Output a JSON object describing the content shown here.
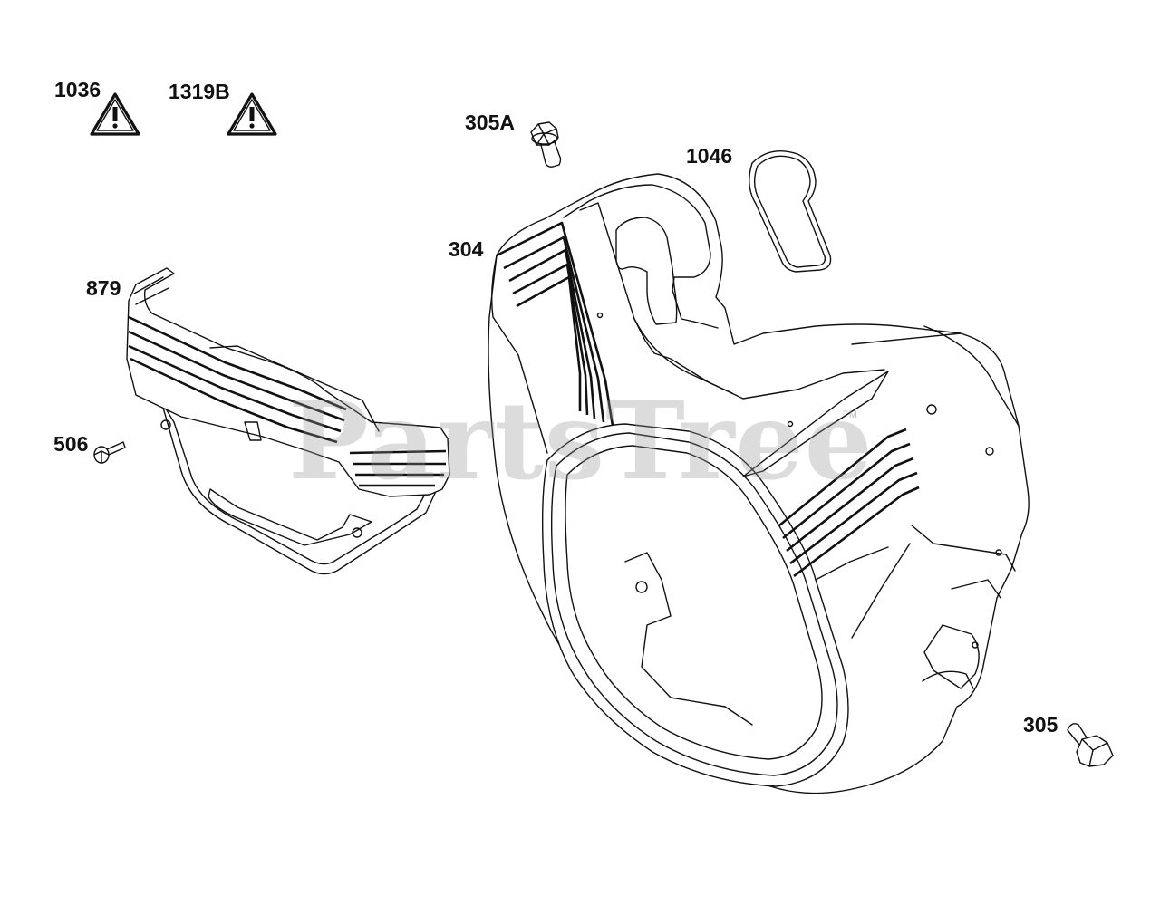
{
  "watermark": {
    "text": "PartsTree",
    "tm": "TM"
  },
  "labels": {
    "p1036": "1036",
    "p1319b": "1319B",
    "p305a": "305A",
    "p1046": "1046",
    "p304": "304",
    "p879": "879",
    "p506": "506",
    "p305": "305"
  },
  "icons": {
    "warning_a": "warning-triangle-icon",
    "warning_b": "warning-triangle-icon"
  }
}
